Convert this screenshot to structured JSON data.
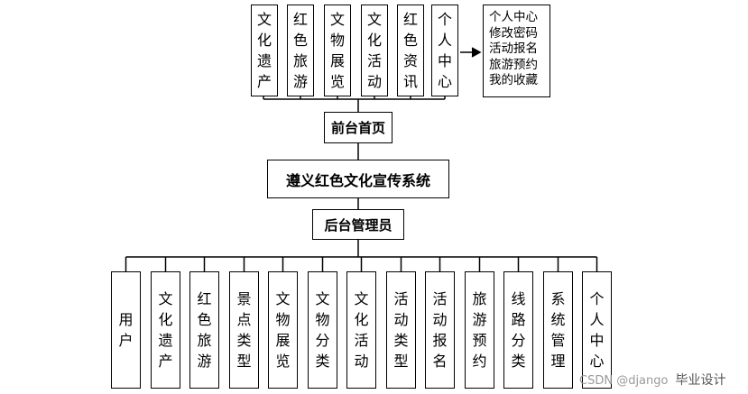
{
  "front_modules": [
    "文化遗产",
    "红色旅游",
    "文物展览",
    "文化活动",
    "红色资讯",
    "个人中心"
  ],
  "personal_center_details": [
    "个人中心",
    "修改密码",
    "活动报名",
    "旅游预约",
    "我的收藏"
  ],
  "front_home": "前台首页",
  "system_name": "遵义红色文化宣传系统",
  "admin": "后台管理员",
  "admin_modules": [
    "用户",
    "文化遗产",
    "红色旅游",
    "景点类型",
    "文物展览",
    "文物分类",
    "文化活动",
    "活动类型",
    "活动报名",
    "旅游预约",
    "线路分类",
    "系统管理",
    "个人中心"
  ],
  "watermark": {
    "left": "CSDN @django",
    "right": "毕业设计"
  }
}
